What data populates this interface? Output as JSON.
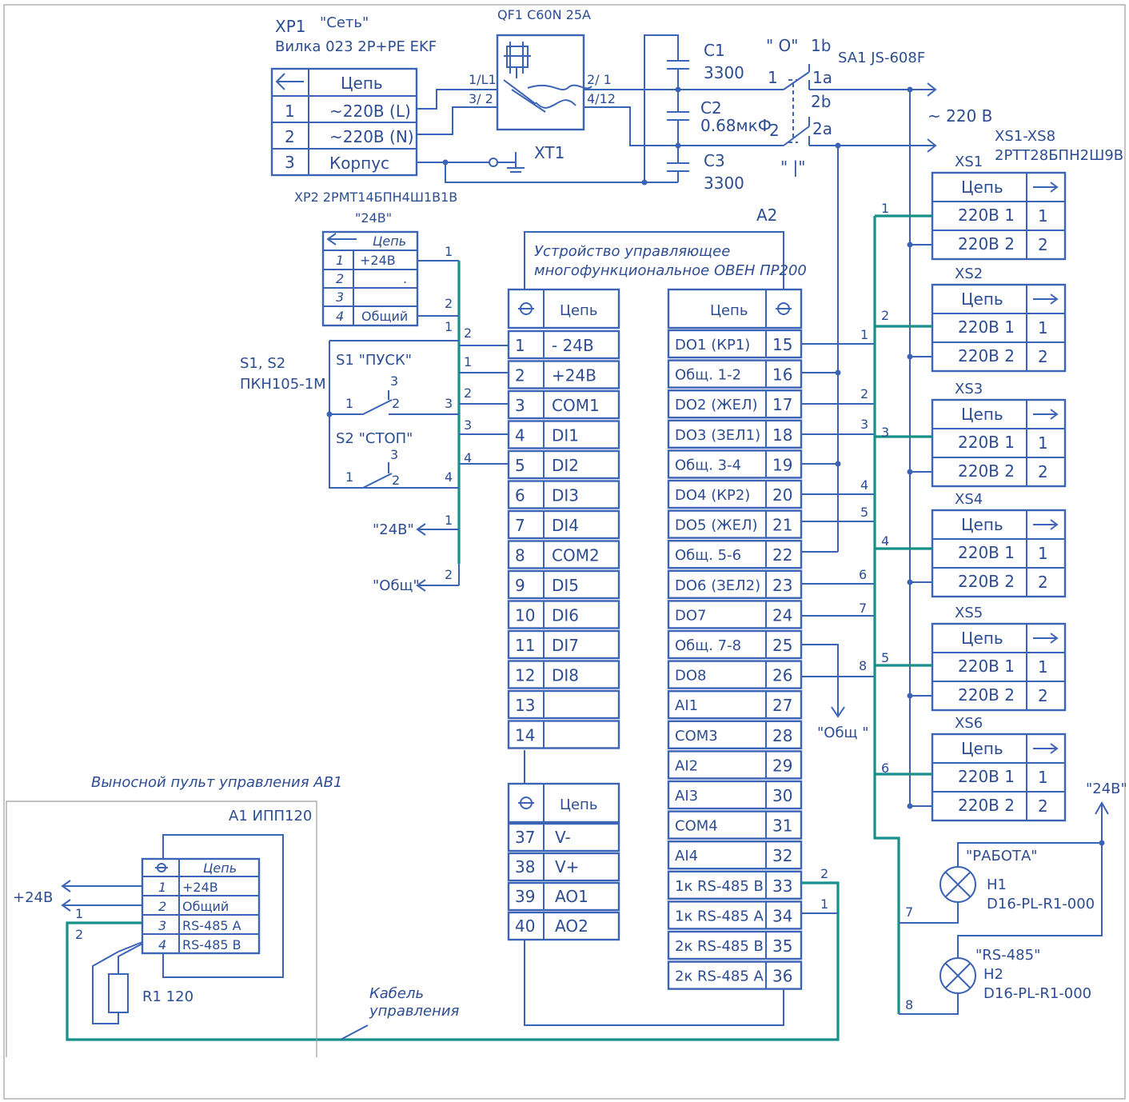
{
  "xp1": {
    "designator": "XP1",
    "name": "\"Сеть\"",
    "part": "Вилка 023 2P+PE EKF",
    "header": "Цепь",
    "rows": [
      {
        "n": "1",
        "c": "~220В (L)"
      },
      {
        "n": "2",
        "c": "~220В (N)"
      },
      {
        "n": "3",
        "c": "Корпус"
      }
    ]
  },
  "qf1": {
    "label": "QF1 C60N 25A",
    "t1": "1/L1",
    "t2": "3/ 2",
    "t3": "2/ 1",
    "t4": "4/12"
  },
  "xt1": "XT1",
  "caps": [
    {
      "name": "C1",
      "value": "3300"
    },
    {
      "name": "C2",
      "value": "0.68мкФ"
    },
    {
      "name": "C3",
      "value": "3300"
    }
  ],
  "sa1": {
    "label": "SA1  JS-608F",
    "o": "\" O\"",
    "i": "\" |\"",
    "t1b": "1b",
    "t1a": "1a",
    "t2b": "2b",
    "t2a": "2a",
    "p1": "1",
    "p2": "2"
  },
  "ac_label": "~ 220 В",
  "xs_group": {
    "label": "XS1-XS8",
    "part": "2РТТ28БПН2Ш9В"
  },
  "xs": [
    {
      "name": "XS1",
      "header": "Цепь",
      "r1": "220В 1",
      "n1": "1",
      "r2": "220В 2",
      "n2": "2"
    },
    {
      "name": "XS2",
      "header": "Цепь",
      "r1": "220В 1",
      "n1": "1",
      "r2": "220В 2",
      "n2": "2"
    },
    {
      "name": "XS3",
      "header": "Цепь",
      "r1": "220В 1",
      "n1": "1",
      "r2": "220В 2",
      "n2": "2"
    },
    {
      "name": "XS4",
      "header": "Цепь",
      "r1": "220В 1",
      "n1": "1",
      "r2": "220В 2",
      "n2": "2"
    },
    {
      "name": "XS5",
      "header": "Цепь",
      "r1": "220В 1",
      "n1": "1",
      "r2": "220В 2",
      "n2": "2"
    },
    {
      "name": "XS6",
      "header": "Цепь",
      "r1": "220В 1",
      "n1": "1",
      "r2": "220В 2",
      "n2": "2"
    }
  ],
  "xp2": {
    "label": "XP2  2РМТ14БПН4Ш1В1В",
    "name": "\"24В\"",
    "header": "Цепь",
    "rows": [
      {
        "n": "1",
        "c": "+24В"
      },
      {
        "n": "2",
        "c": "."
      },
      {
        "n": "3",
        "c": ""
      },
      {
        "n": "4",
        "c": "Общий"
      }
    ]
  },
  "a2": {
    "designator": "A2",
    "title1": "Устройство управляющее",
    "title2": "многофункциональное ОВЕН ПР200",
    "header": "Цепь",
    "left": [
      {
        "n": "1",
        "c": "- 24В"
      },
      {
        "n": "2",
        "c": "+24В"
      },
      {
        "n": "3",
        "c": "COM1"
      },
      {
        "n": "4",
        "c": "DI1"
      },
      {
        "n": "5",
        "c": "DI2"
      },
      {
        "n": "6",
        "c": "DI3"
      },
      {
        "n": "7",
        "c": "DI4"
      },
      {
        "n": "8",
        "c": "COM2"
      },
      {
        "n": "9",
        "c": "DI5"
      },
      {
        "n": "10",
        "c": "DI6"
      },
      {
        "n": "11",
        "c": "DI7"
      },
      {
        "n": "12",
        "c": "DI8"
      },
      {
        "n": "13",
        "c": ""
      },
      {
        "n": "14",
        "c": ""
      }
    ],
    "bottom": [
      {
        "n": "37",
        "c": "V-"
      },
      {
        "n": "38",
        "c": "V+"
      },
      {
        "n": "39",
        "c": "AO1"
      },
      {
        "n": "40",
        "c": "AO2"
      }
    ],
    "right": [
      {
        "c": "DO1    (КР1)",
        "n": "15"
      },
      {
        "c": "Общ. 1-2",
        "n": "16"
      },
      {
        "c": "DO2   (ЖЕЛ)",
        "n": "17"
      },
      {
        "c": "DO3   (ЗЕЛ1)",
        "n": "18"
      },
      {
        "c": "Общ. 3-4",
        "n": "19"
      },
      {
        "c": "DO4    (КР2)",
        "n": "20"
      },
      {
        "c": "DO5    (ЖЕЛ)",
        "n": "21"
      },
      {
        "c": "Общ. 5-6",
        "n": "22"
      },
      {
        "c": "DO6  (ЗЕЛ2)",
        "n": "23"
      },
      {
        "c": "DO7",
        "n": "24"
      },
      {
        "c": "Общ. 7-8",
        "n": "25"
      },
      {
        "c": "DO8",
        "n": "26"
      },
      {
        "c": "AI1",
        "n": "27"
      },
      {
        "c": "COM3",
        "n": "28"
      },
      {
        "c": "AI2",
        "n": "29"
      },
      {
        "c": "AI3",
        "n": "30"
      },
      {
        "c": "COM4",
        "n": "31"
      },
      {
        "c": "AI4",
        "n": "32"
      },
      {
        "c": "1к RS-485 B",
        "n": "33"
      },
      {
        "c": "1к RS-485 A",
        "n": "34"
      },
      {
        "c": "2к RS-485 B",
        "n": "35"
      },
      {
        "c": "2к RS-485 A",
        "n": "36"
      }
    ]
  },
  "switches": {
    "group": "S1, S2",
    "part": "ПКН105-1М",
    "s1": "S1 \"ПУСК\"",
    "s2": "S2 \"СТОП\"",
    "n1": "1",
    "n2": "2",
    "n3": "3"
  },
  "ports": {
    "v24": "\"24В\"",
    "common": "\"Общ\"",
    "common2": "\"Общ \"",
    "v24_right": "\"24В\""
  },
  "remote": {
    "title": "Выносной пульт управления АВ1",
    "unit": "A1  ИПП120",
    "header": "Цепь",
    "rows": [
      {
        "n": "1",
        "c": "+24В"
      },
      {
        "n": "2",
        "c": "Общий"
      },
      {
        "n": "3",
        "c": "RS-485 A"
      },
      {
        "n": "4",
        "c": "RS-485 B"
      }
    ],
    "v24": "+24В",
    "resistor": "R1 120"
  },
  "cable": {
    "l1": "Кабель",
    "l2": "управления"
  },
  "lamps": [
    {
      "name": "\"РАБОТА\"",
      "des": "H1",
      "part": "D16-PL-R1-000"
    },
    {
      "name": "\"RS-485\"",
      "des": "H2",
      "part": "D16-PL-R1-000"
    }
  ],
  "wire_numbers": {
    "n1": "1",
    "n2": "2",
    "n3": "3",
    "n4": "4",
    "n5": "5",
    "n6": "6",
    "n7": "7",
    "n8": "8"
  }
}
